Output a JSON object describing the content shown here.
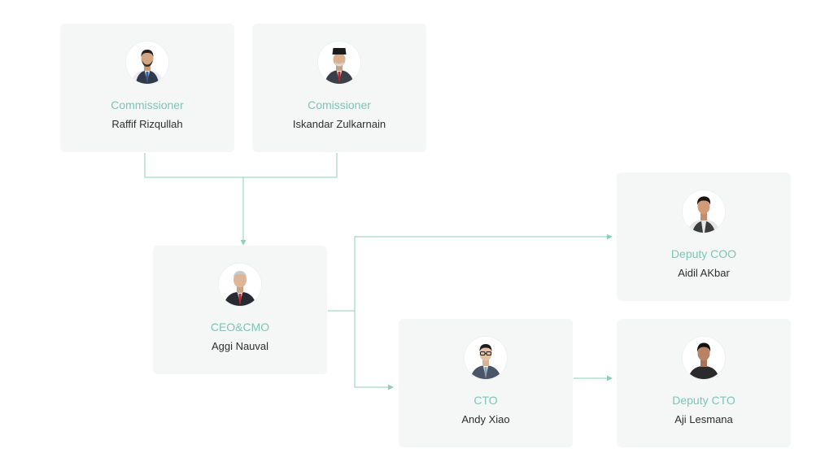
{
  "org_chart": {
    "nodes": [
      {
        "id": "commissioner-1",
        "role": "Commissioner",
        "name": "Raffif Rizqullah",
        "avatar_icon": "person-suit-blue-tie-photo"
      },
      {
        "id": "commissioner-2",
        "role": "Comissioner",
        "name": "Iskandar Zulkarnain",
        "avatar_icon": "person-peci-red-tie-photo"
      },
      {
        "id": "ceo",
        "role": "CEO&CMO",
        "name": "Aggi Nauval",
        "avatar_icon": "person-suit-red-tie-photo"
      },
      {
        "id": "deputy-coo",
        "role": "Deputy COO",
        "name": "Aidil AKbar",
        "avatar_icon": "person-casual-photo"
      },
      {
        "id": "cto",
        "role": "CTO",
        "name": "Andy Xiao",
        "avatar_icon": "person-glasses-suit-photo"
      },
      {
        "id": "deputy-cto",
        "role": "Deputy CTO",
        "name": "Aji Lesmana",
        "avatar_icon": "person-casual-dark-photo"
      }
    ],
    "edges": [
      {
        "from": "commissioner-1",
        "to": "ceo"
      },
      {
        "from": "commissioner-2",
        "to": "ceo"
      },
      {
        "from": "ceo",
        "to": "deputy-coo"
      },
      {
        "from": "ceo",
        "to": "cto"
      },
      {
        "from": "cto",
        "to": "deputy-cto"
      }
    ],
    "colors": {
      "role_text": "#7cc6b3",
      "name_text": "#2d2d2d",
      "card_bg": "#f5f7f6",
      "connector": "#8ccfbd"
    }
  }
}
